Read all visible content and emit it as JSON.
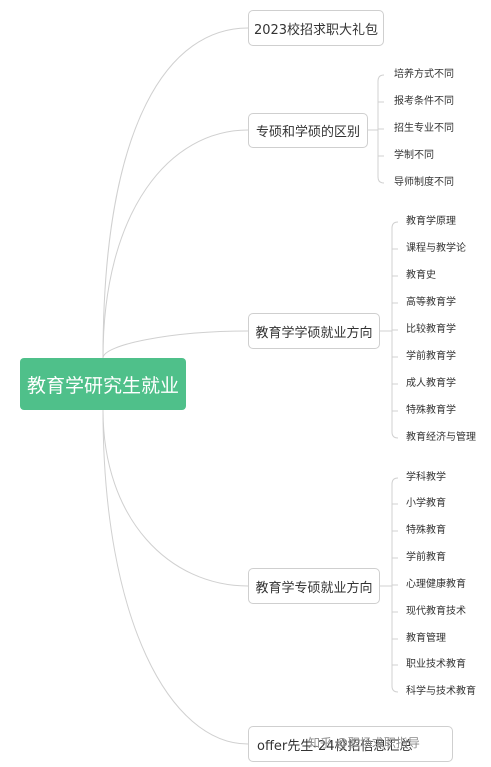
{
  "root": {
    "label": "教育学研究生就业"
  },
  "branches": [
    {
      "label": "2023校招求职大礼包"
    },
    {
      "label": "专硕和学硕的区别",
      "leaves": [
        "培养方式不同",
        "报考条件不同",
        "招生专业不同",
        "学制不同",
        "导师制度不同"
      ]
    },
    {
      "label": "教育学学硕就业方向",
      "leaves": [
        "教育学原理",
        "课程与教学论",
        "教育史",
        "高等教育学",
        "比较教育学",
        "学前教育学",
        "成人教育学",
        "特殊教育学",
        "教育经济与管理"
      ]
    },
    {
      "label": "教育学专硕就业方向",
      "leaves": [
        "学科教学",
        "小学教育",
        "特殊教育",
        "学前教育",
        "心理健康教育",
        "现代教育技术",
        "教育管理",
        "职业技术教育",
        "科学与技术教育"
      ]
    },
    {
      "label": "offer先生-24校招信息汇总"
    }
  ],
  "watermark": "知乎 @职场求职指导",
  "colors": {
    "root": "#4fc08a",
    "line": "#cfcfcf"
  }
}
